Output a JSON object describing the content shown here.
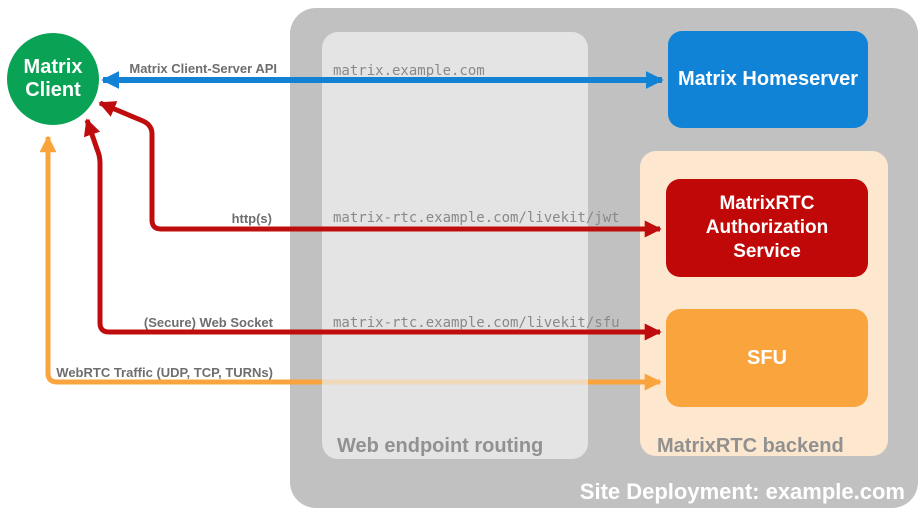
{
  "title": "MatrixRTC site deployment diagram",
  "nodes": {
    "matrix_client": {
      "label": "Matrix Client",
      "color": "#0aa355"
    },
    "matrix_homeserver": {
      "label": "Matrix Homeserver",
      "color": "#1183d6"
    },
    "auth_service": {
      "label": "MatrixRTC Authorization Service",
      "color": "#c00808"
    },
    "sfu": {
      "label": "SFU",
      "color": "#f9a43c"
    }
  },
  "containers": {
    "site_deployment": {
      "label": "Site Deployment: example.com",
      "color": "#c1c1c1"
    },
    "web_endpoint_routing": {
      "label": "Web endpoint routing",
      "color": "#e4e4e4"
    },
    "matrixrtc_backend": {
      "label": "MatrixRTC backend",
      "color": "#fde8cf"
    }
  },
  "connections": {
    "client_server_api": {
      "label": "Matrix Client-Server API",
      "route": "matrix.example.com",
      "from": "Matrix Client",
      "to": "Matrix Homeserver",
      "bidirectional": true,
      "color": "#1183d6"
    },
    "https": {
      "label": "http(s)",
      "route": "matrix-rtc.example.com/livekit/jwt",
      "from": "Matrix Client",
      "to": "MatrixRTC Authorization Service",
      "bidirectional": true,
      "color": "#bf0d0d"
    },
    "web_socket": {
      "label": "(Secure) Web Socket",
      "route": "matrix-rtc.example.com/livekit/sfu",
      "from": "Matrix Client",
      "to": "SFU",
      "bidirectional": true,
      "color": "#bf0d0d"
    },
    "webrtc_traffic": {
      "label": "WebRTC Traffic (UDP, TCP, TURNs)",
      "route": "",
      "from": "Matrix Client",
      "to": "SFU",
      "bidirectional": true,
      "color": "#f9a43c",
      "faded_segment_color": "#f0d8ba"
    }
  }
}
